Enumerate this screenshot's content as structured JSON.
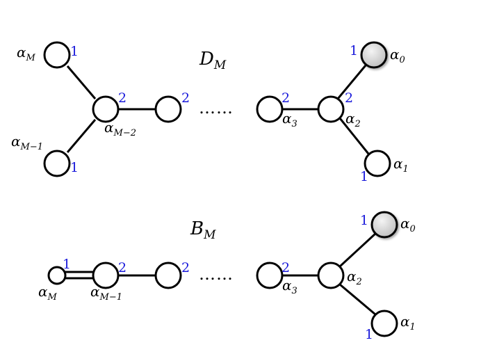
{
  "colors": {
    "mark": "#1a1adb",
    "special_node": "#cfcfcf",
    "line": "#000000"
  },
  "dm": {
    "title": "D",
    "title_sub": "M",
    "dots": "……",
    "nodes": [
      {
        "id": "aM",
        "label": "α",
        "sub": "M",
        "mark": "1",
        "special": false
      },
      {
        "id": "aM1",
        "label": "α",
        "sub": "M−1",
        "mark": "1",
        "special": false
      },
      {
        "id": "aM2",
        "label": "α",
        "sub": "M−2",
        "mark": "2",
        "special": false
      },
      {
        "id": "n4",
        "label": "",
        "sub": "",
        "mark": "2",
        "special": false
      },
      {
        "id": "a3",
        "label": "α",
        "sub": "3",
        "mark": "2",
        "special": false
      },
      {
        "id": "a2",
        "label": "α",
        "sub": "2",
        "mark": "2",
        "special": false
      },
      {
        "id": "a0",
        "label": "α",
        "sub": "0",
        "mark": "1",
        "special": true
      },
      {
        "id": "a1",
        "label": "α",
        "sub": "1",
        "mark": "1",
        "special": false
      }
    ]
  },
  "bm": {
    "title": "B",
    "title_sub": "M",
    "dots": "……",
    "nodes": [
      {
        "id": "aM",
        "label": "α",
        "sub": "M",
        "mark": "1",
        "special": false
      },
      {
        "id": "aM1",
        "label": "α",
        "sub": "M−1",
        "mark": "2",
        "special": false
      },
      {
        "id": "n3",
        "label": "",
        "sub": "",
        "mark": "2",
        "special": false
      },
      {
        "id": "a3",
        "label": "α",
        "sub": "3",
        "mark": "2",
        "special": false
      },
      {
        "id": "a2",
        "label": "α",
        "sub": "2",
        "mark": "",
        "special": false
      },
      {
        "id": "a0",
        "label": "α",
        "sub": "0",
        "mark": "1",
        "special": true
      },
      {
        "id": "a1",
        "label": "α",
        "sub": "1",
        "mark": "1",
        "special": false
      }
    ]
  }
}
